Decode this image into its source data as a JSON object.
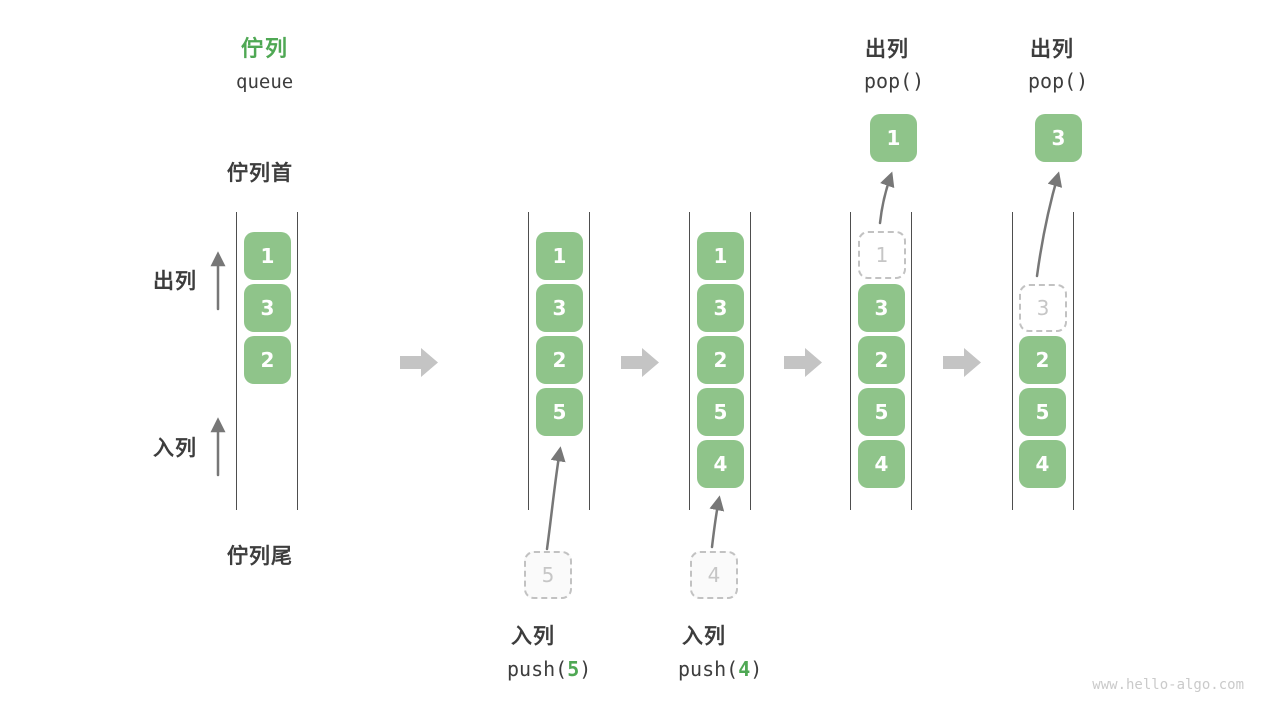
{
  "page": {
    "title_zh": "佇列",
    "title_en": "queue",
    "front_label": "佇列首",
    "rear_label": "佇列尾",
    "side_dequeue_label": "出列",
    "side_enqueue_label": "入列",
    "watermark": "www.hello-algo.com"
  },
  "colors": {
    "box_green": "#8FC48A",
    "accent_green": "#4FA854",
    "wall_gray": "#4E4E4E",
    "text_dark": "#3D3D3D",
    "thin_arrow_gray": "#777777",
    "block_arrow_gray": "#C4C4C4",
    "dashed_border_gray": "#C2C2C2",
    "dashed_fill": "#FAFAFA",
    "dashed_text_gray": "#C6C6C6",
    "cell_text": "#FFFFFF",
    "watermark_gray": "#CACACA"
  },
  "states": [
    {
      "cells": [
        "1",
        "3",
        "2"
      ]
    },
    {
      "cells": [
        "1",
        "3",
        "2",
        "5"
      ],
      "pending": "5",
      "op_label": "入列",
      "op_fn": "push(",
      "op_arg": "5",
      "op_close": ")"
    },
    {
      "cells": [
        "1",
        "3",
        "2",
        "5",
        "4"
      ],
      "pending": "4",
      "op_label": "入列",
      "op_fn": "push(",
      "op_arg": "4",
      "op_close": ")"
    },
    {
      "cells": [
        "3",
        "2",
        "5",
        "4"
      ],
      "removed": "1",
      "op_label": "出列",
      "op_code": "pop()"
    },
    {
      "cells": [
        "2",
        "5",
        "4"
      ],
      "removed": "3",
      "op_label": "出列",
      "op_code": "pop()"
    }
  ]
}
